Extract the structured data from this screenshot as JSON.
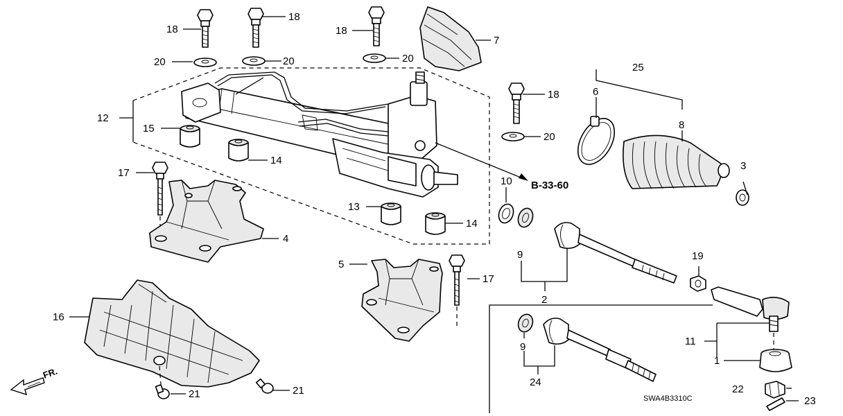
{
  "callouts": {
    "c18a": "18",
    "c18b": "18",
    "c18c": "18",
    "c18d": "18",
    "c20a": "20",
    "c20b": "20",
    "c20c": "20",
    "c20d": "20",
    "c7": "7",
    "c25": "25",
    "c6": "6",
    "c8": "8",
    "c3": "3",
    "c12": "12",
    "c15": "15",
    "c14a": "14",
    "c14b": "14",
    "c13": "13",
    "c17a": "17",
    "c17b": "17",
    "c4": "4",
    "c5": "5",
    "c10": "10",
    "c9a": "9",
    "c9b": "9",
    "c2": "2",
    "c19": "19",
    "c11": "11",
    "c1": "1",
    "c16": "16",
    "c21a": "21",
    "c21b": "21",
    "c24": "24",
    "c22": "22",
    "c23": "23"
  },
  "reference": "B-33-60",
  "front_indicator": "FR.",
  "diagram_code": "SWA4B3310C"
}
